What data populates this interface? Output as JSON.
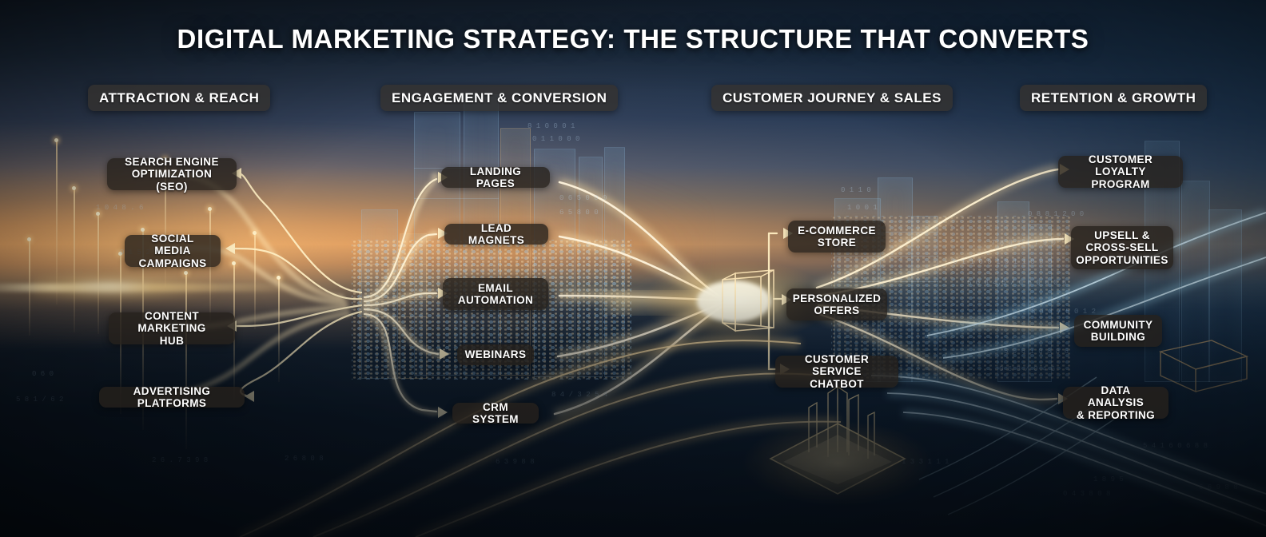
{
  "title": "DIGITAL MARKETING STRATEGY: THE STRUCTURE THAT CONVERTS",
  "colors": {
    "flow_gold": "#f5d89a",
    "flow_gold_bright": "#ffeec2",
    "flow_cyan": "#8fd4f0",
    "pill_bg": "#262119",
    "text": "#ffffff",
    "sky_top": "#14202f",
    "horizon_orange": "#d99c63"
  },
  "sections": [
    {
      "id": "attraction",
      "label": "ATTRACTION & REACH"
    },
    {
      "id": "engagement",
      "label": "ENGAGEMENT & CONVERSION"
    },
    {
      "id": "journey",
      "label": "CUSTOMER JOURNEY & SALES"
    },
    {
      "id": "retention",
      "label": "RETENTION & GROWTH"
    }
  ],
  "nodes": {
    "attraction": [
      {
        "id": "seo",
        "label": "SEARCH ENGINE\nOPTIMIZATION (SEO)"
      },
      {
        "id": "social-media",
        "label": "SOCIAL MEDIA\nCAMPAIGNS"
      },
      {
        "id": "content-hub",
        "label": "CONTENT MARKETING\nHUB"
      },
      {
        "id": "advertising",
        "label": "ADVERTISING PLATFORMS"
      }
    ],
    "engagement": [
      {
        "id": "landing-pages",
        "label": "LANDING PAGES"
      },
      {
        "id": "lead-magnets",
        "label": "LEAD MAGNETS"
      },
      {
        "id": "email-automation",
        "label": "EMAIL\nAUTOMATION"
      },
      {
        "id": "webinars",
        "label": "WEBINARS"
      },
      {
        "id": "crm-system",
        "label": "CRM SYSTEM"
      }
    ],
    "journey": [
      {
        "id": "ecommerce-store",
        "label": "E-COMMERCE\nSTORE"
      },
      {
        "id": "personalized-offers",
        "label": "PERSONALIZED\nOFFERS"
      },
      {
        "id": "chatbot",
        "label": "CUSTOMER SERVICE\nCHATBOT"
      }
    ],
    "retention": [
      {
        "id": "loyalty-program",
        "label": "CUSTOMER LOYALTY\nPROGRAM"
      },
      {
        "id": "upsell",
        "label": "UPSELL &\nCROSS-SELL\nOPPORTUNITIES"
      },
      {
        "id": "community",
        "label": "COMMUNITY\nBUILDING"
      },
      {
        "id": "data-analysis",
        "label": "DATA ANALYSIS\n& REPORTING"
      }
    ]
  }
}
